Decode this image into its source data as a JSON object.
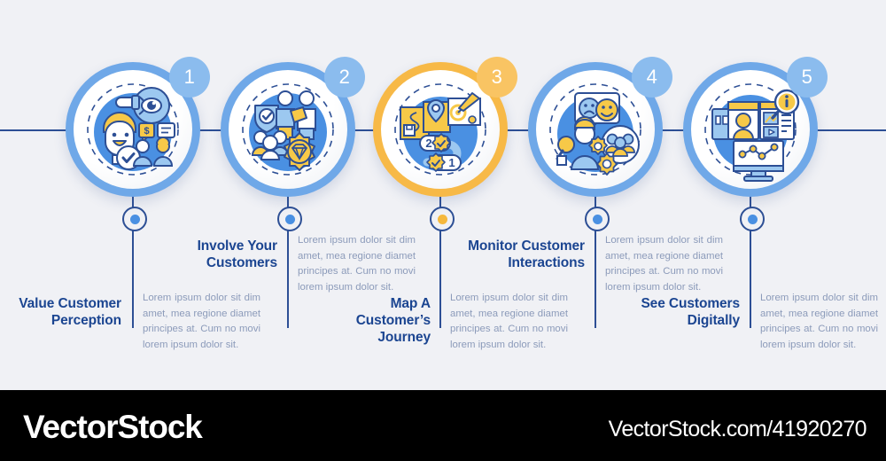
{
  "background_color": "#F0F1F5",
  "accent_colors": {
    "ring_blue": "#6FA8E8",
    "ring_amber": "#F7B947",
    "badge_blue": "#8BBCEE",
    "badge_amber": "#F9C463",
    "line_navy": "#2D4F95",
    "title_navy": "#1B4591",
    "body_gray_blue": "#8C9BBA",
    "dot_blue": "#4A90E2",
    "dot_amber": "#F5B83D"
  },
  "steps": [
    {
      "number": "1",
      "title": "Value Customer Perception",
      "body": "Lorem ipsum dolor sit dim amet, mea regione diamet principes at. Cum no movi lorem ipsum dolor sit.",
      "icon": "customer-perception-icon",
      "ring_color": "#6FA8E8",
      "badge_color": "#8BBCEE",
      "dot_color": "#4A90E2"
    },
    {
      "number": "2",
      "title": "Involve Your Customers",
      "body": "Lorem ipsum dolor sit dim amet, mea regione diamet principes at. Cum no movi lorem ipsum dolor sit.",
      "icon": "team-quality-icon",
      "ring_color": "#6FA8E8",
      "badge_color": "#8BBCEE",
      "dot_color": "#4A90E2"
    },
    {
      "number": "3",
      "title": "Map A Customer’s Journey",
      "body": "Lorem ipsum dolor sit dim amet, mea regione diamet principes at. Cum no movi lorem ipsum dolor sit.",
      "icon": "journey-map-icon",
      "ring_color": "#F7B947",
      "badge_color": "#F9C463",
      "dot_color": "#F5B83D"
    },
    {
      "number": "4",
      "title": "Monitor Customer Interactions",
      "body": "Lorem ipsum dolor sit dim amet, mea regione diamet principes at. Cum no movi lorem ipsum dolor sit.",
      "icon": "feedback-monitor-icon",
      "ring_color": "#6FA8E8",
      "badge_color": "#8BBCEE",
      "dot_color": "#4A90E2"
    },
    {
      "number": "5",
      "title": "See Customers Digitally",
      "body": "Lorem ipsum dolor sit dim amet, mea regione diamet principes at. Cum no movi lorem ipsum dolor sit.",
      "icon": "digital-profile-icon",
      "ring_color": "#6FA8E8",
      "badge_color": "#8BBCEE",
      "dot_color": "#4A90E2"
    }
  ],
  "watermark": {
    "logo": "VectorStock",
    "url": "VectorStock.com/41920270"
  }
}
